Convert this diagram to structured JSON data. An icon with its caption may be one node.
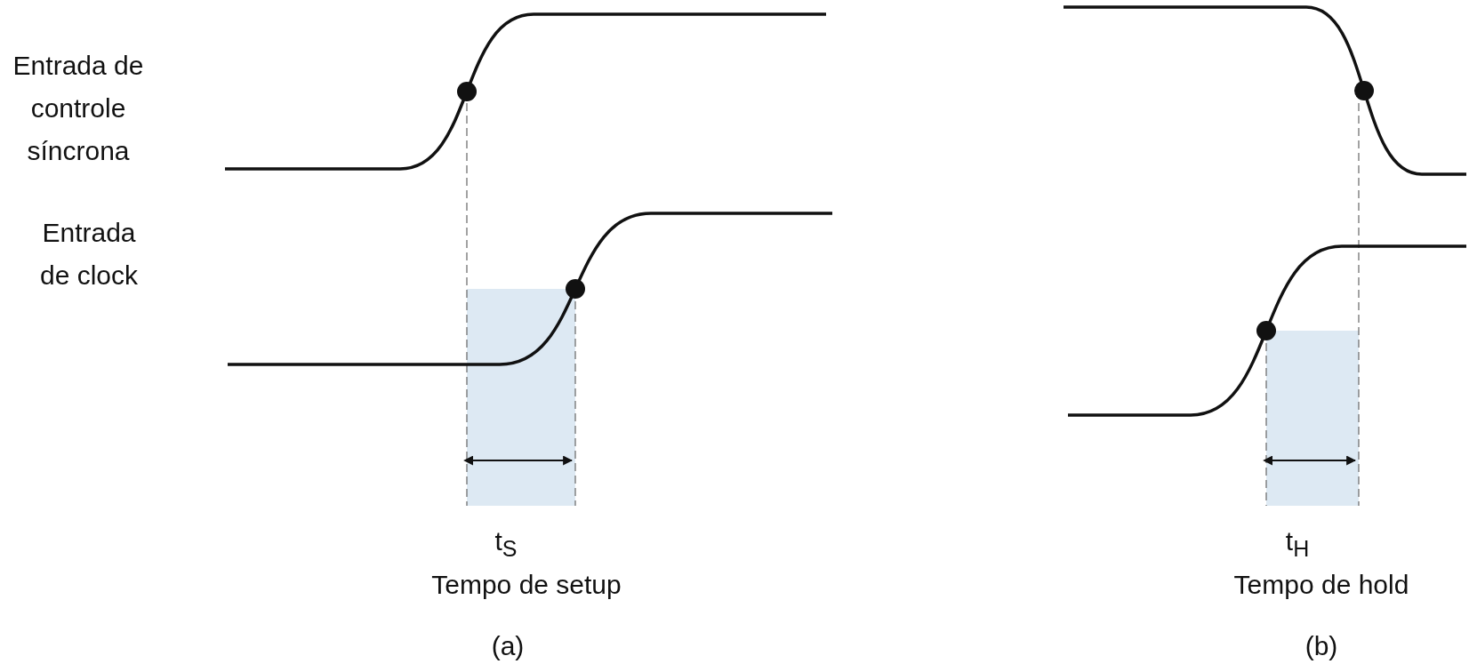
{
  "diagram": {
    "labels": [
      "Entrada de controle síncrona",
      "Entrada de clock",
      "t$_{S}$",
      "Tempo de setup",
      "(a)",
      "t$_{H}$",
      "Tempo de hold",
      "(b)"
    ]
  }
}
